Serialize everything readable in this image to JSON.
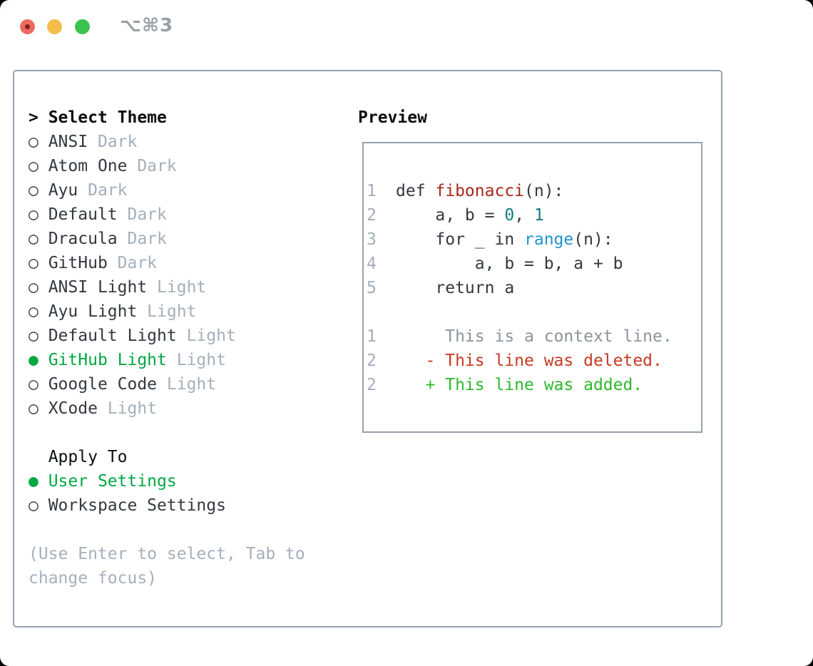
{
  "window": {
    "shortcut_label": "⌥⌘3",
    "traffic_lights": {
      "close": "close",
      "minimize": "minimize",
      "zoom": "zoom"
    }
  },
  "icons": {
    "caret": ">",
    "radio_empty": "○",
    "radio_filled": "●"
  },
  "theme_list": {
    "header": "Select Theme",
    "items": [
      {
        "name": "ANSI",
        "tag": "Dark",
        "selected": false
      },
      {
        "name": "Atom One",
        "tag": "Dark",
        "selected": false
      },
      {
        "name": "Ayu",
        "tag": "Dark",
        "selected": false
      },
      {
        "name": "Default",
        "tag": "Dark",
        "selected": false
      },
      {
        "name": "Dracula",
        "tag": "Dark",
        "selected": false
      },
      {
        "name": "GitHub",
        "tag": "Dark",
        "selected": false
      },
      {
        "name": "ANSI Light",
        "tag": "Light",
        "selected": false
      },
      {
        "name": "Ayu Light",
        "tag": "Light",
        "selected": false
      },
      {
        "name": "Default Light",
        "tag": "Light",
        "selected": false
      },
      {
        "name": "GitHub Light",
        "tag": "Light",
        "selected": true
      },
      {
        "name": "Google Code",
        "tag": "Light",
        "selected": false
      },
      {
        "name": "XCode",
        "tag": "Light",
        "selected": false
      }
    ]
  },
  "apply_to": {
    "header": "Apply To",
    "items": [
      {
        "name": "User Settings",
        "selected": true
      },
      {
        "name": "Workspace Settings",
        "selected": false
      }
    ]
  },
  "hint": {
    "line1": "(Use Enter to select, Tab to",
    "line2": "change focus)"
  },
  "preview": {
    "header": "Preview",
    "code_lines": [
      {
        "num": "1",
        "tokens": [
          {
            "text": "def ",
            "color": "code"
          },
          {
            "text": "fibonacci",
            "color": "function"
          },
          {
            "text": "(n):",
            "color": "code"
          }
        ]
      },
      {
        "num": "2",
        "tokens": [
          {
            "text": "    a, b = ",
            "color": "code"
          },
          {
            "text": "0",
            "color": "number"
          },
          {
            "text": ", ",
            "color": "code"
          },
          {
            "text": "1",
            "color": "number"
          }
        ]
      },
      {
        "num": "3",
        "tokens": [
          {
            "text": "    for _ in ",
            "color": "code"
          },
          {
            "text": "range",
            "color": "builtin"
          },
          {
            "text": "(n):",
            "color": "code"
          }
        ]
      },
      {
        "num": "4",
        "tokens": [
          {
            "text": "        a, b = b, a + b",
            "color": "code"
          }
        ]
      },
      {
        "num": "5",
        "tokens": [
          {
            "text": "    return a",
            "color": "code"
          }
        ]
      },
      {
        "num": "",
        "tokens": []
      },
      {
        "num": "1",
        "tokens": [
          {
            "text": "     This is a context line.",
            "color": "context"
          }
        ]
      },
      {
        "num": "2",
        "tokens": [
          {
            "text": "   - This line was deleted.",
            "color": "deleted"
          }
        ]
      },
      {
        "num": "2",
        "tokens": [
          {
            "text": "   + This line was added.",
            "color": "added"
          }
        ]
      }
    ]
  },
  "colors": {
    "accent_green": "#00a843",
    "added_green": "#2db92d",
    "deleted_red": "#c63a22",
    "function_red": "#a8281c",
    "number_teal": "#0f7e84",
    "builtin_blue": "#2095ce",
    "text_dark": "#33393f",
    "heading_black": "#0c0e10",
    "muted_gray": "#a6afba",
    "line_number_gray": "#a4adb9",
    "context_gray": "#8d949c",
    "border_gray": "#98a2ad",
    "shortcut_gray": "#999fa6",
    "traffic_red": "#ee6a5f",
    "traffic_red_dot": "#7e211b",
    "traffic_yellow": "#f5bd4c",
    "traffic_green": "#3bc24f"
  }
}
